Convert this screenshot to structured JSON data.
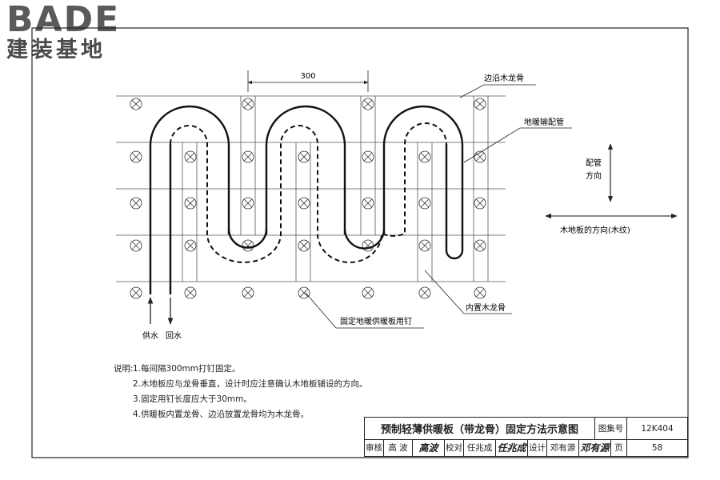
{
  "logo": {
    "brand": "BADE",
    "subtitle": "建装基地"
  },
  "diagram": {
    "dimension_label": "300",
    "labels": {
      "edge_keel": "边沿木龙骨",
      "heating_pipe": "地暖输配管",
      "inner_keel": "内置木龙骨",
      "fixing_nail": "固定地暖供暖板用钉",
      "supply": "供水",
      "return": "回水",
      "pipe_direction_line1": "配管",
      "pipe_direction_line2": "方向",
      "floor_direction": "木地板的方向(木纹)"
    }
  },
  "notes": {
    "lead": "说明:",
    "items": [
      "1.每间隔300mm打钉固定。",
      "2.木地板应与龙骨垂直，设计时应注意确认木地板铺设的方向。",
      "3.固定用钉长度应大于30mm。",
      "4.供暖板内置龙骨、边沿放置龙骨均为木龙骨。"
    ]
  },
  "title_block": {
    "title": "预制轻薄供暖板（带龙骨）固定方法示意图",
    "atlas_label": "图集号",
    "atlas_no": "12K404",
    "review_label": "审核",
    "reviewer": "高  波",
    "reviewer_sig": "高波",
    "check_label": "校对",
    "checker": "任兆成",
    "checker_sig": "任兆成",
    "design_label": "设计",
    "designer": "邓有源",
    "designer_sig": "邓有源",
    "page_label": "页",
    "page_no": "58"
  }
}
